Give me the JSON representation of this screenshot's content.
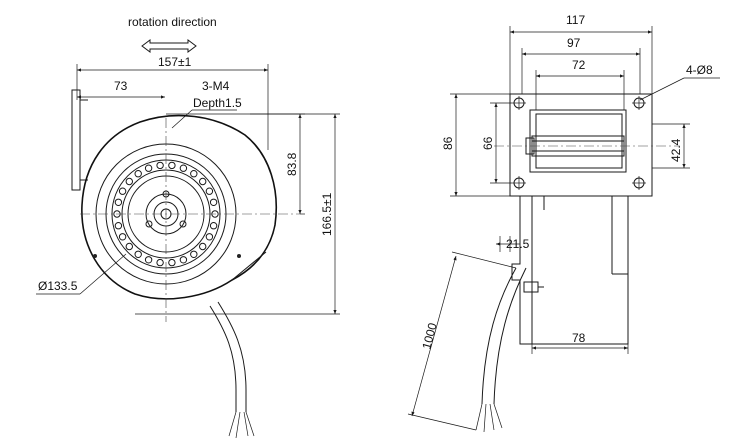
{
  "labels": {
    "rotation": "rotation direction",
    "holes": "3-M4",
    "depth": "Depth1.5",
    "diameter": "Ø133.5",
    "mount_holes": "4-Ø8"
  },
  "dimensions": {
    "front_width": "157±1",
    "hub_offset": "73",
    "hub_height": "83.8",
    "total_height": "166.5±1",
    "side_117": "117",
    "side_97": "97",
    "side_72": "72",
    "side_86": "86",
    "side_66": "66",
    "side_42": "42.4",
    "side_21": "21.5",
    "side_78": "78",
    "cable": "1000"
  },
  "colors": {
    "line": "#1a1a1a",
    "background": "#ffffff"
  }
}
